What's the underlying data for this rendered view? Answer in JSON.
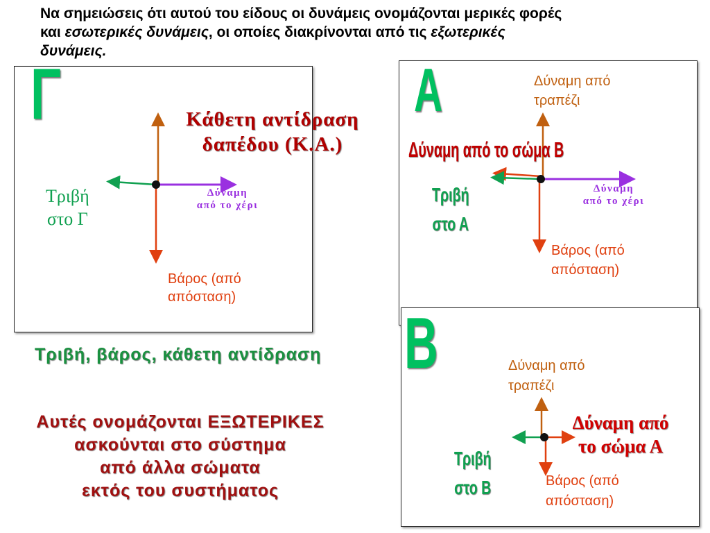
{
  "intro": {
    "line1": "Να σημειώσεις ότι αυτού του είδους οι δυνάμεις ονομάζονται μερικές φορές",
    "line2_pre": "και ",
    "line2_em": "εσωτερικές δυνάμεις",
    "line2_mid": ",  οι οποίες διακρίνονται από τις  ",
    "line2_em2": "εξωτερικές",
    "line3_em": "δυνάμεις."
  },
  "panel_gamma": {
    "letter": "Γ",
    "normal_reaction": "Κάθετη αντίδραση\nδαπέδου (Κ.Α.)",
    "friction": "Τριβή\nστο Γ",
    "hand_force": "Δύναμη\nαπό το χέρι",
    "weight": "Βάρος (από\nαπόσταση)"
  },
  "summary_gamma": "Τριβή,  βάρος, κάθετη αντίδραση",
  "external": {
    "line1": "Αυτές ονομάζονται ΕΞΩΤΕΡΙΚΕΣ",
    "line2": "ασκούνται στο σύστημα",
    "line3": "από άλλα σώματα",
    "line4": " εκτός του συστήματος"
  },
  "panel_a": {
    "letter": "Α",
    "table_force": "Δύναμη από\nτραπέζι",
    "from_b": "Δύναμη από το σώμα Β",
    "friction": "Τριβή\nστο Α",
    "hand_force": "Δύναμη\nαπό το χέρι",
    "weight": "Βάρος (από\nαπόσταση)"
  },
  "panel_b": {
    "letter": "Β",
    "table_force": "Δύναμη από\nτραπέζι",
    "from_a": "Δύναμη από\nτο σώμα Α",
    "friction": "Τριβή\nστο Β",
    "weight": "Βάρος (από\nαπόσταση)"
  },
  "colors": {
    "orange": "#c06010",
    "red": "#e04010",
    "green": "#10a050",
    "purple": "#9a30e0",
    "letter_green": "#00c060"
  }
}
